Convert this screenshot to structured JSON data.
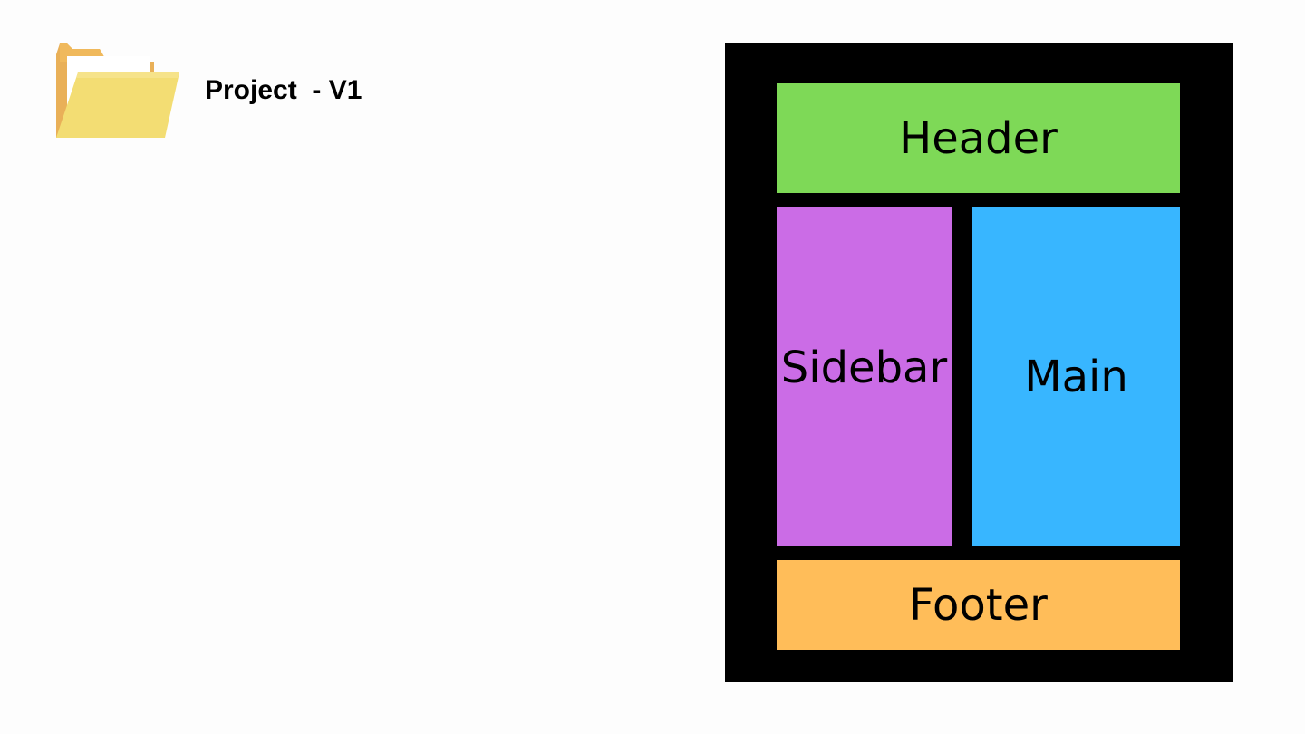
{
  "title": "Project  - V1",
  "icons": {
    "folder": "folder-icon"
  },
  "layout": {
    "header": {
      "label": "Header",
      "color": "#7ed957"
    },
    "sidebar": {
      "label": "Sidebar",
      "color": "#cb6ce6"
    },
    "main": {
      "label": "Main",
      "color": "#38b6ff"
    },
    "footer": {
      "label": "Footer",
      "color": "#ffbd59"
    },
    "frame_color": "#000000"
  }
}
